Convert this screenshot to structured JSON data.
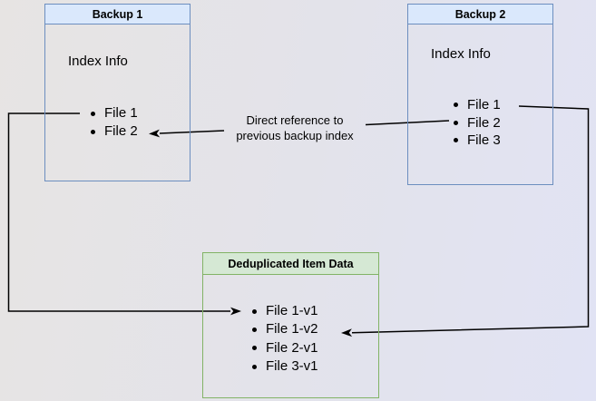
{
  "backup1": {
    "title": "Backup 1",
    "label": "Index Info",
    "files": [
      "File 1",
      "File 2"
    ]
  },
  "backup2": {
    "title": "Backup 2",
    "label": "Index Info",
    "files": [
      "File 1",
      "File 2",
      "File 3"
    ]
  },
  "dedup": {
    "title": "Deduplicated Item Data",
    "files": [
      "File 1-v1",
      "File 1-v2",
      "File 2-v1",
      "File 3-v1"
    ]
  },
  "annotation": {
    "line1": "Direct reference to",
    "line2": "previous backup index"
  },
  "colors": {
    "blue_fill": "#dae8fc",
    "blue_border": "#6c8ebf",
    "green_fill": "#d5e8d4",
    "green_border": "#82b366",
    "connector": "#000000",
    "text": "#000000"
  }
}
